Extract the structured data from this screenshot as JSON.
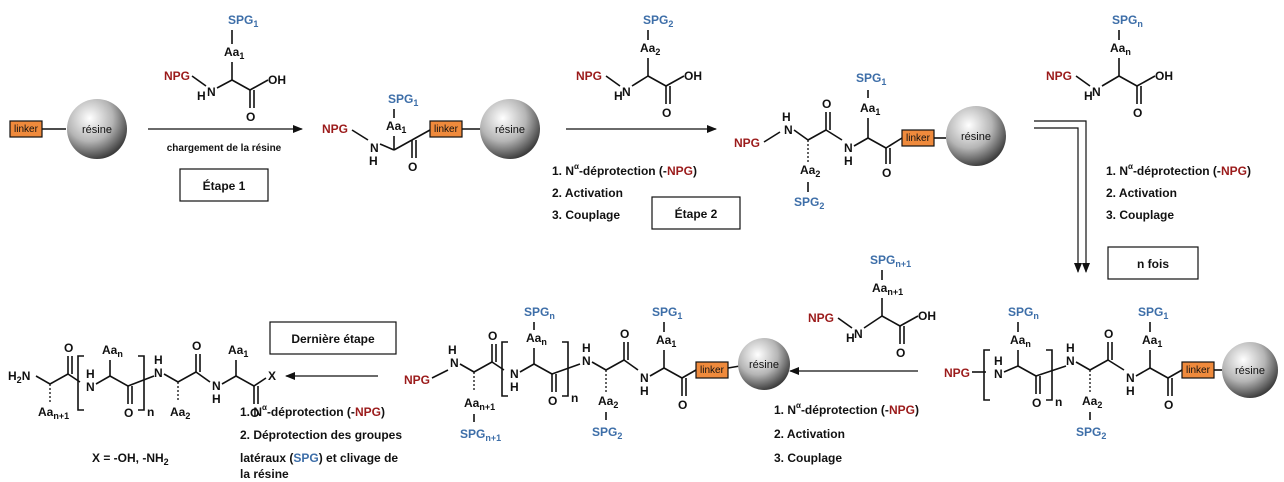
{
  "colors": {
    "npg": "#9b1b1b",
    "spg": "#3d6ea8",
    "linker": "#ef8a3c",
    "text": "#111111"
  },
  "labels": {
    "resine": "résine",
    "linker": "linker",
    "npg": "NPG",
    "h": "H",
    "n": "N",
    "o": "O",
    "oh": "OH",
    "h2n": "H",
    "x": "X",
    "aa": "Aa",
    "spg": "SPG",
    "sub_1": "1",
    "sub_2": "2",
    "sub_n": "n",
    "sub_n1": "n+1",
    "two": "2",
    "n_bracket": "n"
  },
  "steps": {
    "step1_condition": "chargement de la résine",
    "step1_box": "Étape 1",
    "step2_box": "Étape 2",
    "n_box": "n fois",
    "last_box": "Dernière étape",
    "cond_a": [
      "1. N",
      "-déprotection (-",
      "NPG",
      ")"
    ],
    "alpha": "α",
    "activation": "2. Activation",
    "couplage": "3. Couplage",
    "last_cond_1": "2. Déprotection des groupes",
    "last_cond_2a": "latéraux (",
    "last_cond_2b": "SPG",
    "last_cond_2c": ") et clivage  de",
    "last_cond_3": "la résine",
    "x_def": "X = -OH, -NH",
    "x_def_sub": "2"
  }
}
